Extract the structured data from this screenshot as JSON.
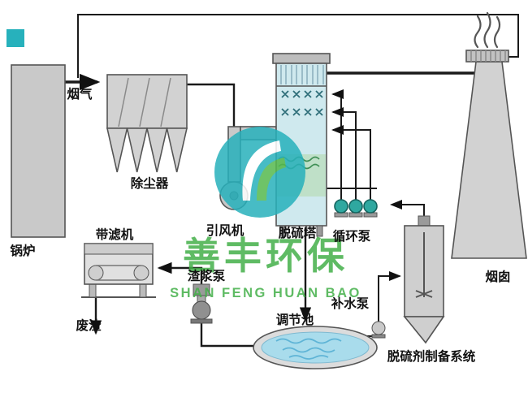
{
  "labels": {
    "boiler": "锅炉",
    "flue_gas": "烟气",
    "dust_collector": "除尘器",
    "id_fan": "引风机",
    "tower": "脱硫塔",
    "circulation_pump": "循环泵",
    "belt_filter": "带滤机",
    "slurry_pump": "渣浆泵",
    "regulating_pool": "调节池",
    "makeup_pump": "补水泵",
    "waste_residue": "废渣",
    "chimney": "烟囱",
    "prep_system": "脱硫剂制备系统"
  },
  "watermark": {
    "brand_cn": "善丰环保",
    "brand_en": "SHAN FENG HUAN BAO"
  },
  "colors": {
    "line": "#1a1a1a",
    "equipment_gray": "#d2d2d2",
    "tower_blue": "#cfe9ee",
    "liquid_green": "#bfe0c8",
    "pool_water": "#a9dcec",
    "pump_teal": "#2fa8a0",
    "brand_teal": "#27b1bc",
    "brand_green": "#44b049"
  }
}
